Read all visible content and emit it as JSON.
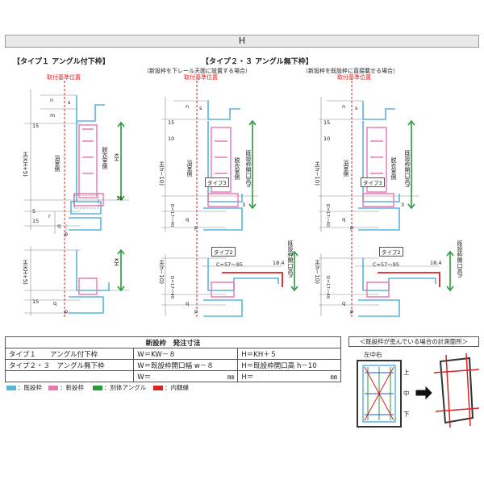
{
  "header": "H",
  "sec1": "【タイプ１ アングル付下枠】",
  "sec2": "【タイプ２・３ アングル無下枠】",
  "note_mid": "（新設枠を下レール天面に設置する場合）",
  "note_right": "（新設枠を既設枠に直接載せる場合）",
  "ref": "取付基準位置",
  "labels": {
    "n": "n",
    "m": "m",
    "s": "s",
    "q": "q",
    "p": "p",
    "r": "r",
    "d15": "15",
    "d5": "5",
    "d3": "3",
    "d10": "10",
    "d15b": "15",
    "bath": "浴室側",
    "dress": "脱衣室側",
    "H_kh5": "H(KH+5)",
    "H_h10": "H(h−10)",
    "KH": "KH",
    "kisetsu_h": "既設枠開口高h",
    "type3": "タイプ3",
    "type2": "タイプ2",
    "C": "C=57〜95",
    "d184": "18.4",
    "D": "D=17〜40"
  },
  "table": {
    "title": "新設枠　発注寸法",
    "r1c1": "タイプ１　　アングル付下枠",
    "r1c2": "W＝KW－８",
    "r1c3": "H＝KH＋５",
    "r2c1": "タイプ２・３　アングル無下枠",
    "r2c2": "W＝既設枠開口幅 w－８",
    "r2c3": "H＝既設枠開口高 h－10",
    "r3c2a": "W＝",
    "r3c2b": "㎜",
    "r3c3a": "H＝",
    "r3c3b": "㎜"
  },
  "legend": [
    {
      "label": "：既設枠",
      "color": "#5ab4e0"
    },
    {
      "label": "：新設枠",
      "color": "#e878b0"
    },
    {
      "label": "：別体アングル",
      "color": "#2a9a3a"
    },
    {
      "label": "：内額縁",
      "color": "#d22"
    }
  ],
  "measure": {
    "title": "＜既設枠が歪んでいる場合の計測箇所＞",
    "lcr": "左中右",
    "top": "上",
    "mid": "中",
    "bot": "下"
  }
}
